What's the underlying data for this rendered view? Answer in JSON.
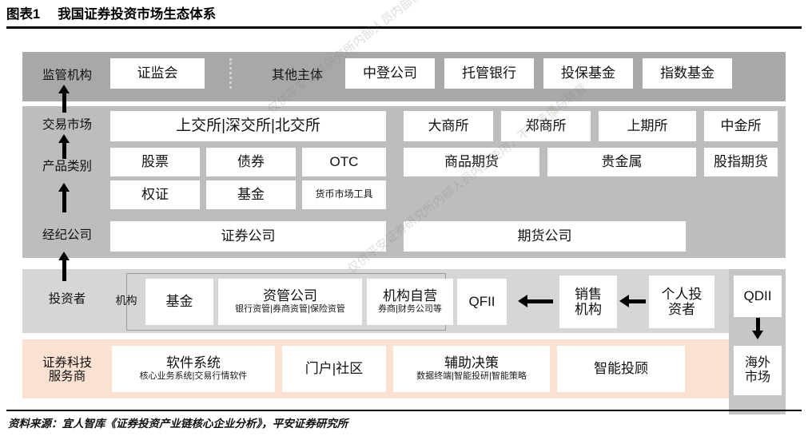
{
  "title": {
    "number": "图表1",
    "text": "我国证券投资市场生态体系"
  },
  "rows": {
    "regulator": {
      "label": "监管机构",
      "primary": "证监会",
      "other_label": "其他主体",
      "entities": [
        "中登公司",
        "托管银行",
        "投保基金",
        "指数基金"
      ]
    },
    "market": {
      "label": "交易市场",
      "securities_exchanges": "上交所|深交所|北交所",
      "futures_exchanges": [
        "大商所",
        "郑商所",
        "上期所",
        "中金所"
      ]
    },
    "product": {
      "label": "产品类别",
      "securities_row1": [
        "股票",
        "债券",
        "OTC"
      ],
      "securities_row2": [
        "权证",
        "基金",
        "货币市场工具"
      ],
      "futures_row": [
        "商品期货",
        "贵金属",
        "股指期货"
      ]
    },
    "broker": {
      "label": "经纪公司",
      "items": [
        "证券公司",
        "期货公司"
      ]
    },
    "investor": {
      "label": "投资者",
      "institution_label": "机构",
      "institutions": [
        {
          "main": "基金",
          "sub": ""
        },
        {
          "main": "资管公司",
          "sub": "银行资管|券商资管|保险资管"
        },
        {
          "main": "机构自营",
          "sub": "券商|财务公司等"
        },
        {
          "main": "QFII",
          "sub": ""
        }
      ],
      "sales": "销售\n机构",
      "retail": "个人投\n资者",
      "qdii": "QDII"
    },
    "fintech": {
      "label": "证券科技\n服务商",
      "items": [
        {
          "main": "软件系统",
          "sub": "核心业务系统|交易行情软件"
        },
        {
          "main": "门户|社区",
          "sub": ""
        },
        {
          "main": "辅助决策",
          "sub": "数据终端|智能投研|智能策略"
        },
        {
          "main": "智能投顾",
          "sub": ""
        }
      ],
      "overseas": "海外\n市场"
    }
  },
  "source": "资料来源：宜人智库《证券投资产业链核心企业分析》，平安证券研究所",
  "watermark": "仅供平安证券研究所内部人员内部使用，不可传播与转载",
  "colors": {
    "band_dark": "#a8a8a8",
    "band_mid": "#bdbdbd",
    "band_light": "#d6d6d6",
    "band_peach": "#fbe1d2",
    "gray_column": "#c6c6c6"
  }
}
